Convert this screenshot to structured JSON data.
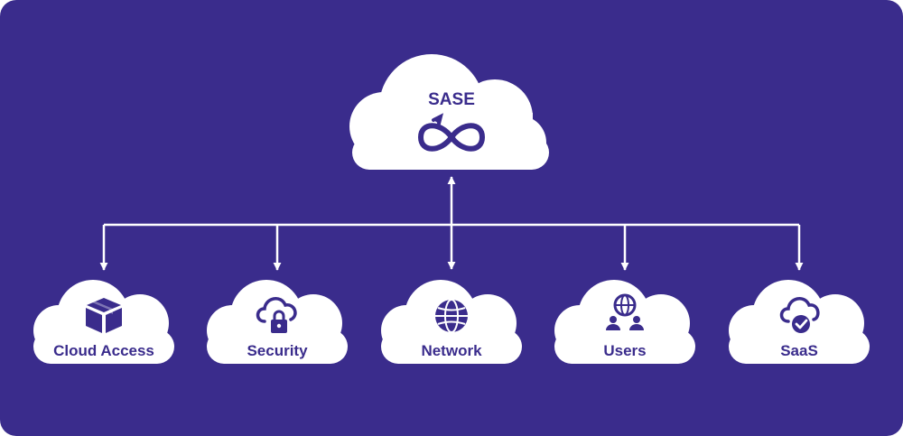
{
  "diagram": {
    "background_color": "#3a2c8c",
    "cloud_color": "#ffffff",
    "connector_color": "#ffffff",
    "hub": {
      "label": "SASE",
      "icon": "infinity-loop-icon"
    },
    "nodes": [
      {
        "label": "Cloud Access",
        "icon": "box-icon"
      },
      {
        "label": "Security",
        "icon": "cloud-lock-icon"
      },
      {
        "label": "Network",
        "icon": "globe-network-icon"
      },
      {
        "label": "Users",
        "icon": "users-globe-icon"
      },
      {
        "label": "SaaS",
        "icon": "cloud-check-icon"
      }
    ]
  }
}
